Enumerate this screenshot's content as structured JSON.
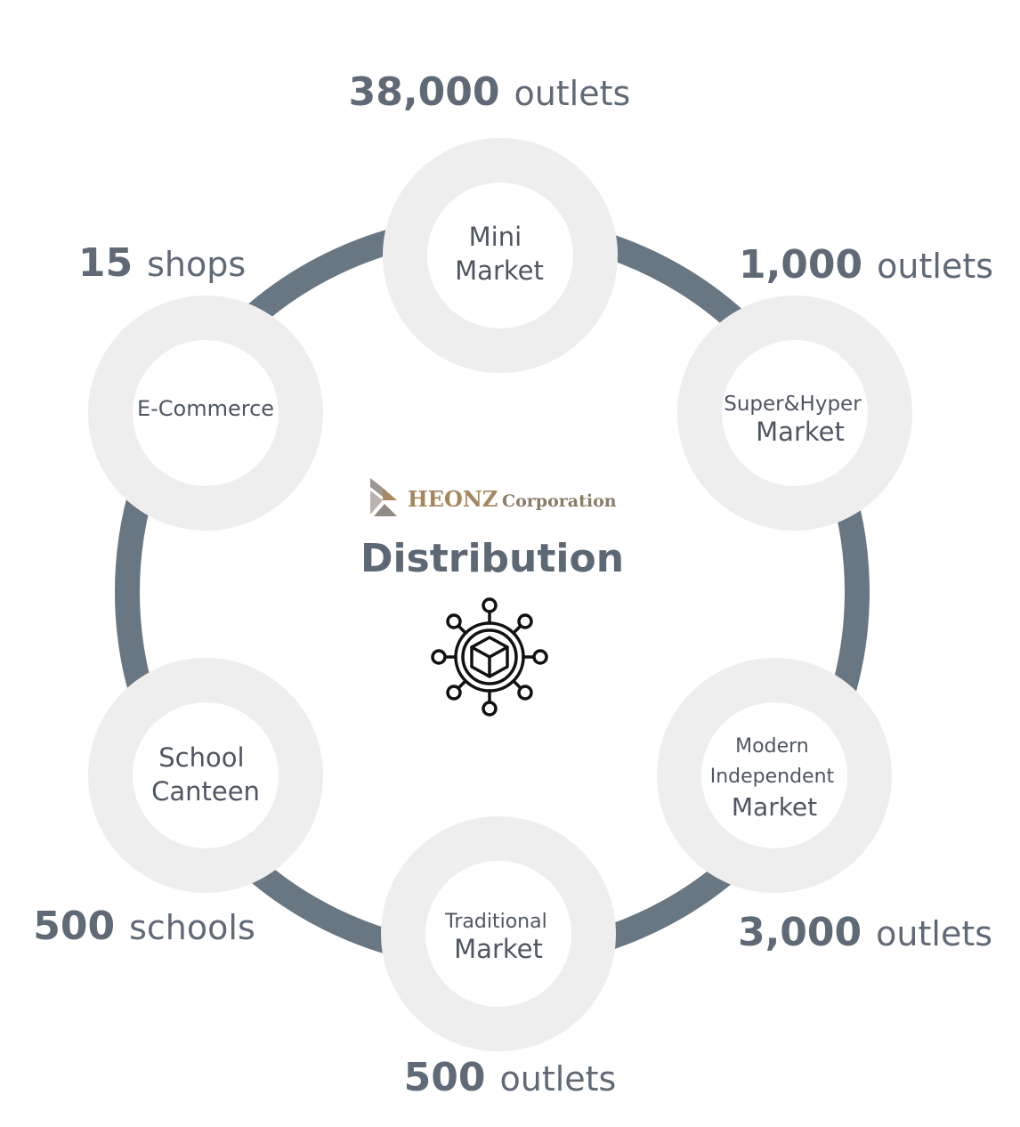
{
  "colors": {
    "ring": "#697783",
    "halo": "#eeeeee",
    "node_fill": "#ffffff",
    "text_dark": "#4e5661",
    "stat_text": "#606a77",
    "brand_gold": "#a4875d",
    "icon": "#111111"
  },
  "center": {
    "brand_name": "HEONZ",
    "brand_suffix": "Corporation",
    "title": "Distribution",
    "logo_icon": "heonz-logo-icon",
    "network_icon": "distribution-network-box-icon"
  },
  "nodes": [
    {
      "id": "mini-market",
      "label_lines": [
        "Mini",
        "Market"
      ],
      "stat_number": "38,000",
      "stat_unit": "outlets"
    },
    {
      "id": "super-hyper-market",
      "label_lines": [
        "Super&Hyper",
        "Market"
      ],
      "stat_number": "1,000",
      "stat_unit": "outlets"
    },
    {
      "id": "modern-independent-market",
      "label_lines": [
        "Modern",
        "Independent",
        "Market"
      ],
      "stat_number": "3,000",
      "stat_unit": "outlets"
    },
    {
      "id": "traditional-market",
      "label_lines": [
        "Traditional",
        "Market"
      ],
      "stat_number": "500",
      "stat_unit": "outlets"
    },
    {
      "id": "school-canteen",
      "label_lines": [
        "School",
        "Canteen"
      ],
      "stat_number": "500",
      "stat_unit": "schools"
    },
    {
      "id": "e-commerce",
      "label_lines": [
        "E-Commerce"
      ],
      "stat_number": "15",
      "stat_unit": "shops"
    }
  ]
}
